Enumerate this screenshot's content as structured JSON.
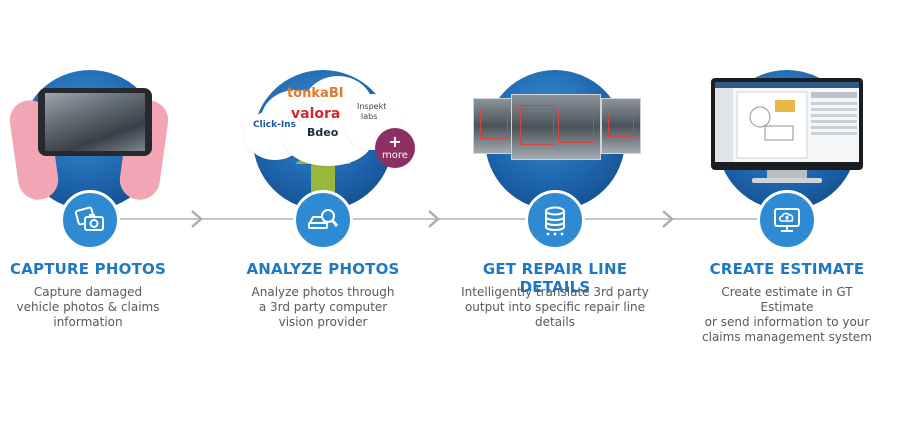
{
  "colors": {
    "title_blue": "#1f78c4",
    "circle_blue": "#1d64ad",
    "badge_blue": "#2e8bd3",
    "connector_gray": "#c3c7cc",
    "more_purple": "#8e2f63",
    "arrow_green": "#9ab83c"
  },
  "steps": [
    {
      "title": "CAPTURE PHOTOS",
      "desc_lines": [
        "Capture damaged",
        "vehicle photos & claims",
        "information"
      ],
      "icon": "camera-photos-icon"
    },
    {
      "title": "ANALYZE PHOTOS",
      "desc_lines": [
        "Analyze photos through",
        "a 3rd party computer",
        "vision provider"
      ],
      "icon": "car-magnifier-icon",
      "logos": [
        "tonkaBI",
        "valora",
        "Inspekt",
        "labs",
        "Click-Ins",
        "Bdeo"
      ],
      "more_label": "more",
      "more_plus": "+"
    },
    {
      "title": "GET REPAIR LINE DETAILS",
      "desc_lines": [
        "Intelligently translate 3rd party",
        "output into specific repair line",
        "details"
      ],
      "icon": "database-icon"
    },
    {
      "title": "CREATE ESTIMATE",
      "desc_lines": [
        "Create estimate in GT Estimate",
        "or send information to your",
        "claims management system"
      ],
      "icon": "cloud-upload-monitor-icon"
    }
  ]
}
